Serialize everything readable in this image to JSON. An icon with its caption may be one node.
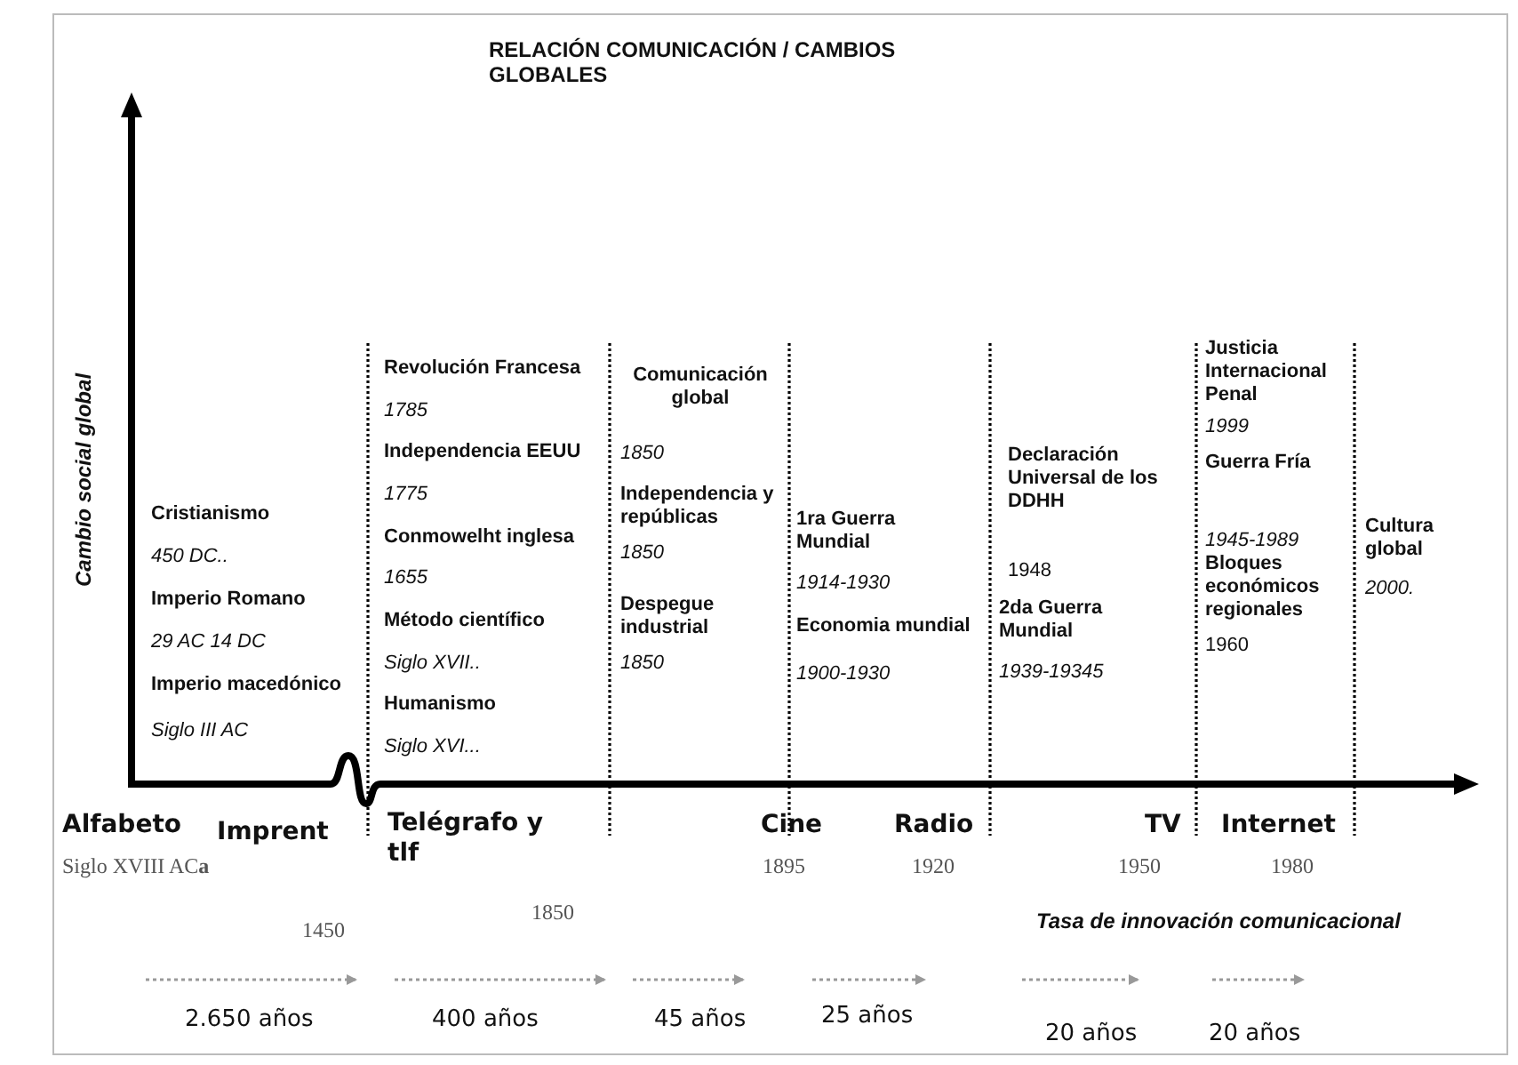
{
  "diagram": {
    "title": "RELACIÓN COMUNICACIÓN / CAMBIOS GLOBALES",
    "labels": [
      "Cambio social global",
      "Cristianismo",
      "450 DC..",
      "Imperio Romano",
      "29 AC 14 DC",
      "Imperio macedónico",
      "Siglo III AC",
      "Revolución Francesa",
      "1785",
      "Independencia EEUU",
      "1775",
      "Conmowelht inglesa",
      "1655",
      "Método científico",
      "Siglo XVII..",
      "Humanismo",
      "Siglo XVI...",
      "Comunicación global",
      "1850",
      "Independencia y repúblicas",
      "1850",
      "Despegue industrial",
      "1850",
      "1ra Guerra Mundial",
      "1914-1930",
      "Economia mundial",
      "1900-1930",
      "Declaración Universal de los DDHH",
      "1948",
      "2da Guerra Mundial",
      "1939-19345",
      "Justicia Internacional Penal",
      "1999",
      "Guerra Fría",
      "1945-1989",
      "Bloques económicos regionales",
      "1960",
      "Cultura global",
      "2000.",
      "Alfabeto",
      "Siglo XVIII AC**a**",
      "Imprent",
      "1450",
      "Telégrafo y tlf",
      "1850",
      "Cine",
      "1895",
      "Radio",
      "1920",
      "TV",
      "1950",
      "Internet",
      "1980",
      "Tasa de innovación comunicacional",
      "2.650 años",
      "400 años",
      "45 años",
      "25 años",
      "20 años",
      "20 años"
    ]
  }
}
